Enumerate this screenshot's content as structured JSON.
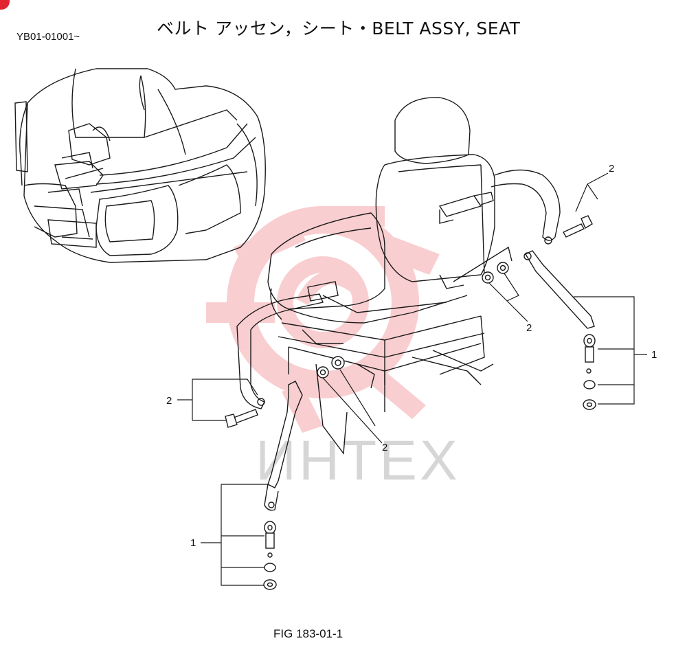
{
  "header": {
    "title": "ベルト アッセン，シート・BELT ASSY, SEAT",
    "serial_range": "YB01-01001~"
  },
  "callouts": {
    "right_top_bolt": "2",
    "right_nut": "2",
    "right_group": "1",
    "left_bolt": "2",
    "center_nut": "2",
    "left_group": "1"
  },
  "footer": {
    "figure_number": "FIG 183-01-1"
  },
  "watermark": {
    "text": "ИНТЕХ",
    "color": "#e8262f"
  },
  "colors": {
    "line": "#1a1a1a",
    "corner_mark": "#e02430"
  }
}
